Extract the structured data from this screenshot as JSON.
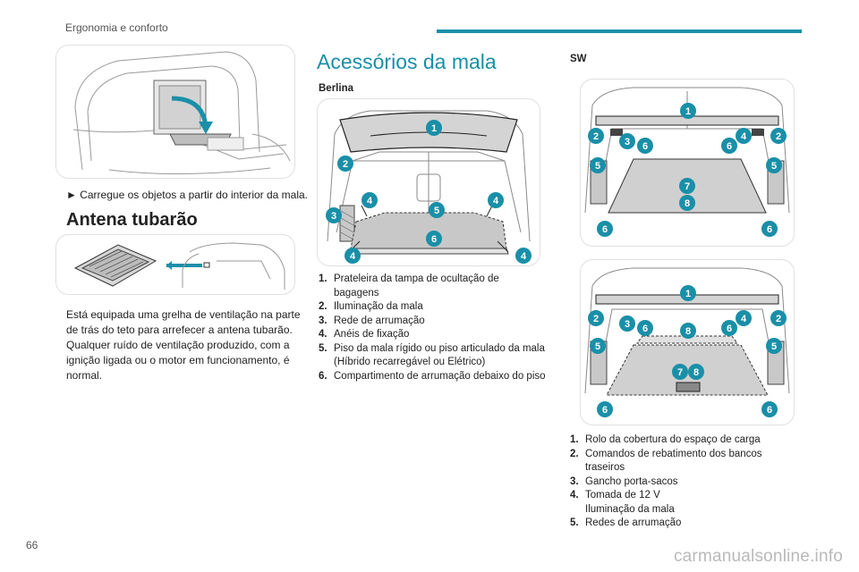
{
  "header": {
    "section": "Ergonomia e conforto",
    "accent": "#1a8fa8"
  },
  "page_number": "66",
  "watermark": "carmanualsonline.info",
  "left": {
    "seat_instruction": "► Carregue os objetos a partir do interior da mala.",
    "antenna_title": "Antena tubarão",
    "antenna_text": "Está equipada uma grelha de ventilação na parte de trás do teto para arrefecer a antena tubarão. Qualquer ruído de ventilação produzido, com a ignição ligada ou o motor em funcionamento, é normal."
  },
  "middle": {
    "title": "Acessórios da mala",
    "subtitle": "Berlina",
    "callout_labels": [
      "1",
      "2",
      "3",
      "4",
      "4",
      "5",
      "6",
      "4",
      "4"
    ],
    "items": [
      {
        "n": "1.",
        "text": "Prateleira da tampa de ocultação de bagagens"
      },
      {
        "n": "2.",
        "text": "Iluminação da mala"
      },
      {
        "n": "3.",
        "text": "Rede de arrumação"
      },
      {
        "n": "4.",
        "text": "Anéis de fixação"
      },
      {
        "n": "5.",
        "text": "Piso da mala rígido ou piso articulado da mala (Híbrido recarregável ou Elétrico)"
      },
      {
        "n": "6.",
        "text": "Compartimento de arrumação debaixo do piso"
      }
    ]
  },
  "right": {
    "subtitle": "SW",
    "callout_labels_a": [
      "1",
      "2",
      "2",
      "3",
      "4",
      "6",
      "6",
      "5",
      "5",
      "7",
      "8",
      "6",
      "6"
    ],
    "callout_labels_b": [
      "1",
      "2",
      "2",
      "3",
      "4",
      "6",
      "8",
      "6",
      "5",
      "5",
      "7",
      "8",
      "6",
      "6"
    ],
    "items": [
      {
        "n": "1.",
        "text": "Rolo da cobertura do espaço de carga"
      },
      {
        "n": "2.",
        "text": "Comandos de rebatimento dos bancos traseiros"
      },
      {
        "n": "3.",
        "text": "Gancho porta-sacos"
      },
      {
        "n": "4.",
        "text": "Tomada de 12 V"
      },
      {
        "n": "",
        "text": "Iluminação da mala"
      },
      {
        "n": "5.",
        "text": "Redes de arrumação"
      }
    ]
  }
}
